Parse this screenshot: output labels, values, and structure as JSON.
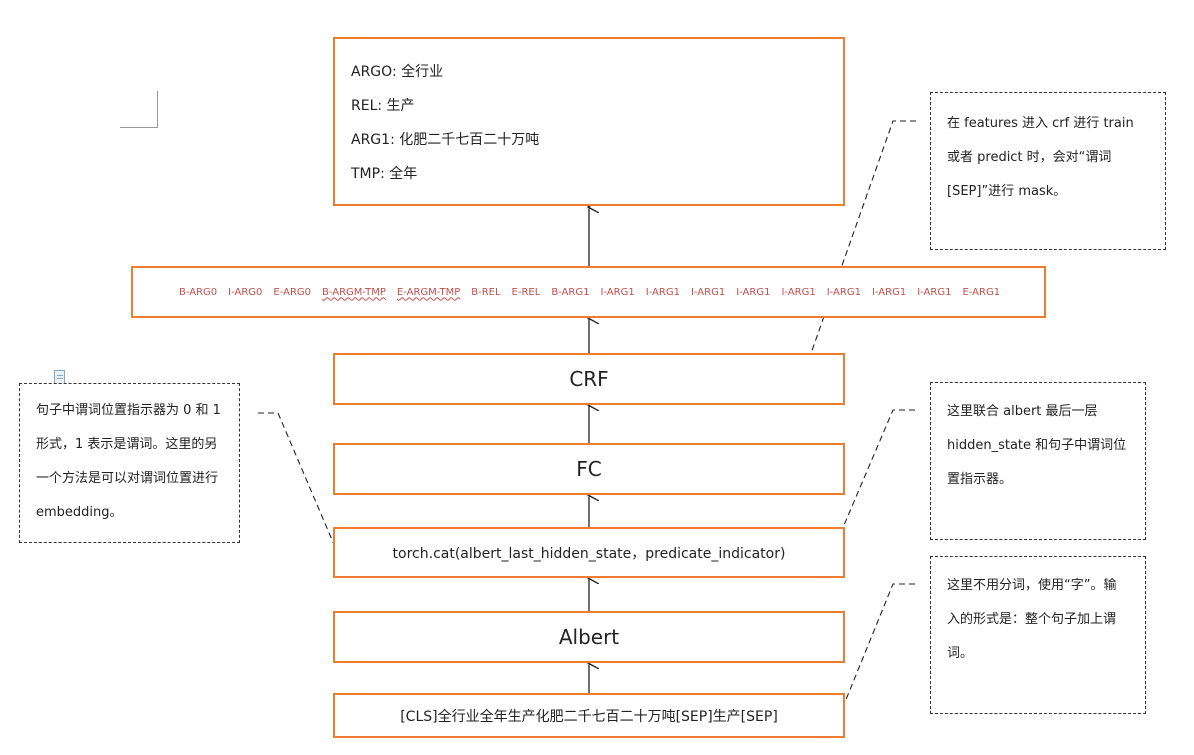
{
  "output": {
    "lines": [
      {
        "key": "ARGO",
        "value": "全行业"
      },
      {
        "key": "REL",
        "value": "生产"
      },
      {
        "key": "ARG1",
        "value": "化肥二千七百二十万吨"
      },
      {
        "key": "TMP",
        "value": "全年"
      }
    ]
  },
  "tags": [
    "B-ARG0",
    "I-ARG0",
    "E-ARG0",
    "B-ARGM-TMP",
    "E-ARGM-TMP",
    "B-REL",
    "E-REL",
    "B-ARG1",
    "I-ARG1",
    "I-ARG1",
    "I-ARG1",
    "I-ARG1",
    "I-ARG1",
    "I-ARG1",
    "I-ARG1",
    "I-ARG1",
    "E-ARG1"
  ],
  "layers": {
    "crf": "CRF",
    "fc": "FC",
    "concat": "torch.cat(albert_last_hidden_state，predicate_indicator)",
    "albert": "Albert",
    "input": "[CLS]全行业全年生产化肥二千七百二十万吨[SEP]生产[SEP]"
  },
  "notes": {
    "crf_mask": "在 features 进入 crf 进行 train 或者 predict 时，会对“谓词[SEP]”进行 mask。",
    "indicator": "句子中谓词位置指示器为 0 和 1 形式，1 表示是谓词。这里的另一个方法是可以对谓词位置进行 embedding。",
    "concat": "这里联合 albert 最后一层 hidden_state 和句子中谓词位置指示器。",
    "input": "这里不用分词，使用“字”。输入的形式是：整个句子加上谓词。"
  },
  "colors": {
    "accent": "#ed7d31",
    "tag_text": "#c0504d"
  }
}
